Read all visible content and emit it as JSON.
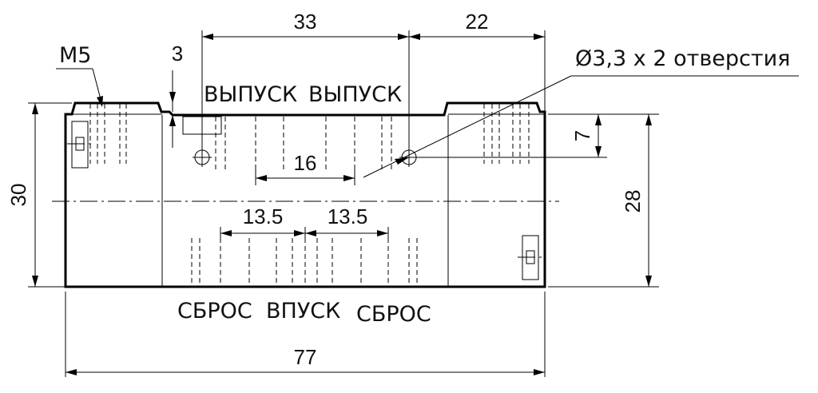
{
  "dimensions": {
    "overall_length": "77",
    "height_left": "30",
    "height_right": "28",
    "top_span_mid": "33",
    "top_span_right": "22",
    "step_depth": "3",
    "hole_spacing": "16",
    "hole_offset": "7",
    "lower_pitch_left": "13.5",
    "lower_pitch_right": "13.5"
  },
  "labels": {
    "thread": "M5",
    "holes_note": "Ø3,3 x 2 отверстия",
    "exhaust_left": "ВЫПУСК",
    "exhaust_right": "ВЫПУСК",
    "reset_left": "СБРОС",
    "inlet": "ВПУСК",
    "reset_right": "СБРОС"
  }
}
